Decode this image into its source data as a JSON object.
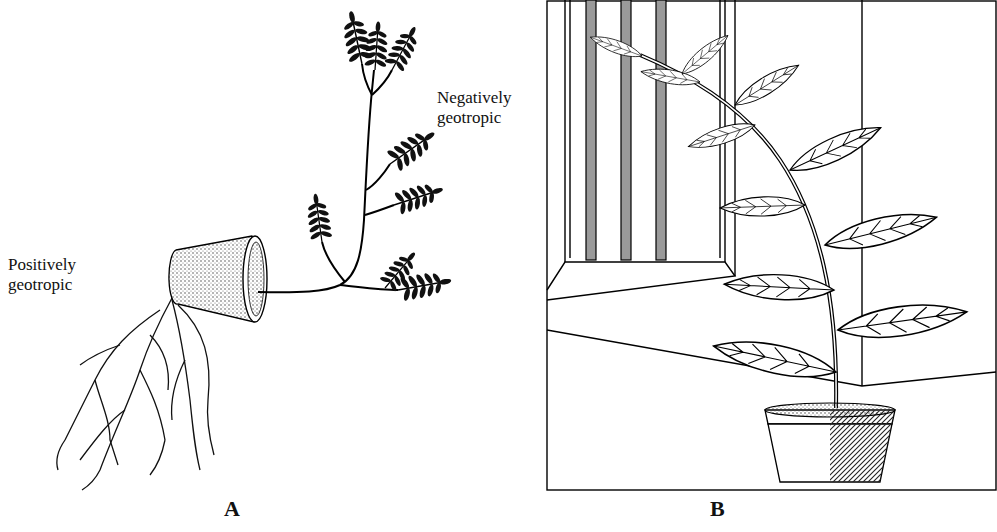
{
  "diagram": {
    "labels": [
      "Negatively geotropic",
      "Positively geotropic",
      "A",
      "B"
    ]
  }
}
